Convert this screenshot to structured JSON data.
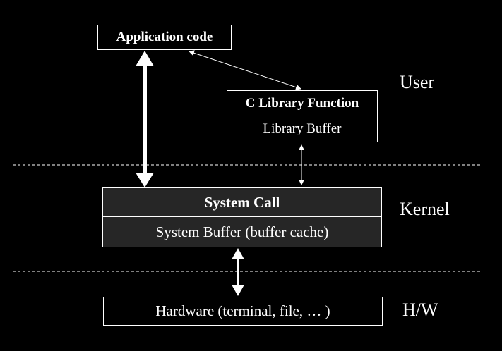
{
  "boxes": {
    "application": "Application code",
    "c_library_function": "C Library Function",
    "library_buffer": "Library Buffer",
    "system_call": "System Call",
    "system_buffer": "System Buffer (buffer cache)",
    "hardware": "Hardware (terminal, file, … )"
  },
  "layers": {
    "user": "User",
    "kernel": "Kernel",
    "hw": "H/W"
  },
  "colors": {
    "background": "#000000",
    "foreground": "#ffffff",
    "kernel_box_fill": "#262626"
  }
}
